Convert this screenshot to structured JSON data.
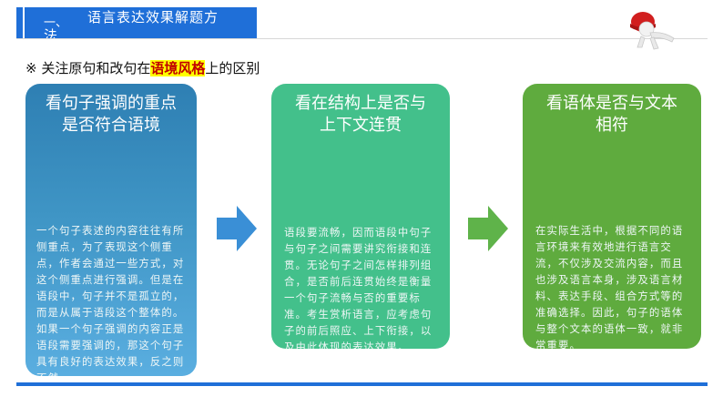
{
  "header": {
    "number": "一、",
    "title_line1": "语言表达效果解题方",
    "title_line2": "法"
  },
  "subheading": {
    "marker": "※",
    "before": "关注原句和改句在",
    "highlight": "语境风格",
    "after": "上的区别"
  },
  "cards": [
    {
      "title_line1": "看句子强调的重点",
      "title_line2": "是否符合语境",
      "body": "一个句子表述的内容往往有所侧重点，为了表现这个侧重点，作者会通过一些方式，对这个侧重点进行强调。但是在语段中，句子并不是孤立的，而是从属于语段这个整体的。如果一个句子强调的内容正是语段需要强调的，那这个句子具有良好的表达效果，反之则不然。"
    },
    {
      "title_line1": "看在结构上是否与",
      "title_line2": "上下文连贯",
      "body": "语段要流畅，因而语段中句子与句子之间需要讲究衔接和连贯。无论句子之间怎样排列组合，是否前后连贯始终是衡量一个句子流畅与否的重要标准。考生赏析语言，应考虑句子的前后照应、上下衔接，以及由此体现的表达效果。"
    },
    {
      "title_line1": "看语体是否与文本",
      "title_line2": "相符",
      "body": "在实际生活中，根据不同的语言环境来有效地进行语言交流，不仅涉及交流内容，而且也涉及语言本身，涉及语言材料、表达手段、组合方式等的准确选择。因此，句子的语体与整个文本的语体一致，就非常重要。"
    }
  ],
  "colors": {
    "accent_blue": "#1f6fd8",
    "card1": "#3f95c5",
    "card2": "#43c08b",
    "card3": "#5fab3e",
    "arrow1": "#3a8fd6",
    "arrow2": "#5fb34a"
  }
}
